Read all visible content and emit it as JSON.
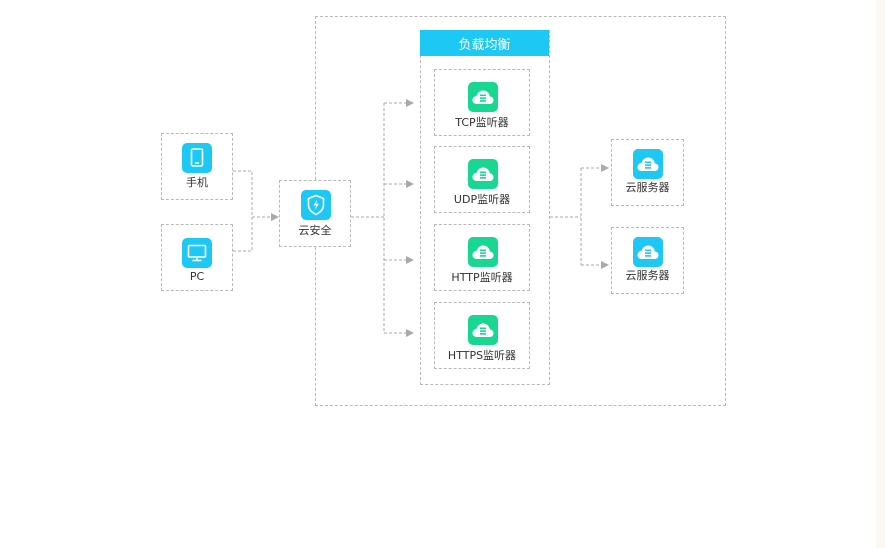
{
  "colors": {
    "client_icon": "#1ec8f5",
    "listener_icon": "#17d793",
    "header": "#1ec8f5",
    "connector": "#a9a9a9"
  },
  "icons": {
    "phone": "phone-icon",
    "pc": "monitor-icon",
    "security": "shield-lightning-icon",
    "listener": "cloud-server-icon",
    "server": "cloud-server-icon"
  },
  "clients": [
    {
      "label": "手机"
    },
    {
      "label": "PC"
    }
  ],
  "security": {
    "label": "云安全"
  },
  "load_balancer": {
    "title": "负载均衡",
    "listeners": [
      {
        "label": "TCP监听器"
      },
      {
        "label": "UDP监听器"
      },
      {
        "label": "HTTP监听器"
      },
      {
        "label": "HTTPS监听器"
      }
    ]
  },
  "servers": [
    {
      "label": "云服务器"
    },
    {
      "label": "云服务器"
    }
  ]
}
